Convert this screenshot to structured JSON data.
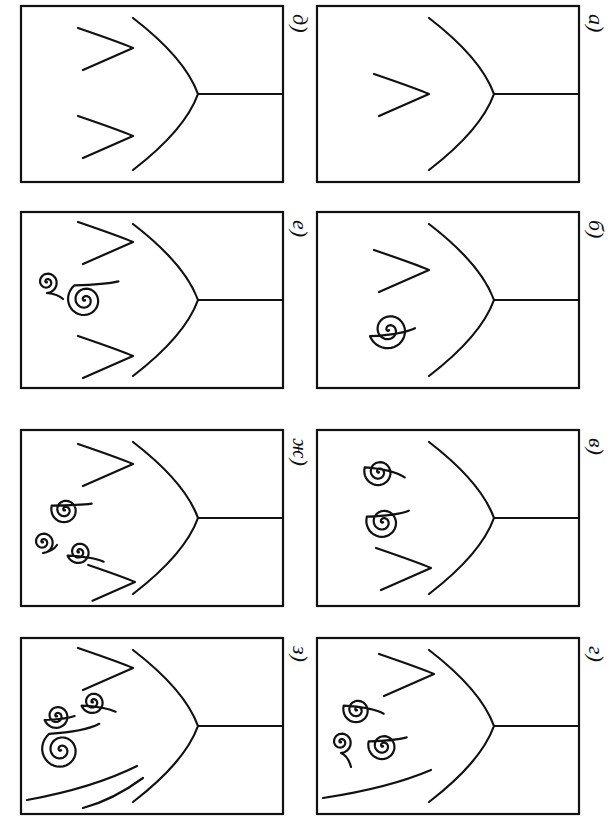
{
  "diagram": {
    "labels": [
      "а)",
      "б)",
      "в)",
      "г)",
      "д)",
      "е)",
      "ж)",
      "з)"
    ]
  }
}
